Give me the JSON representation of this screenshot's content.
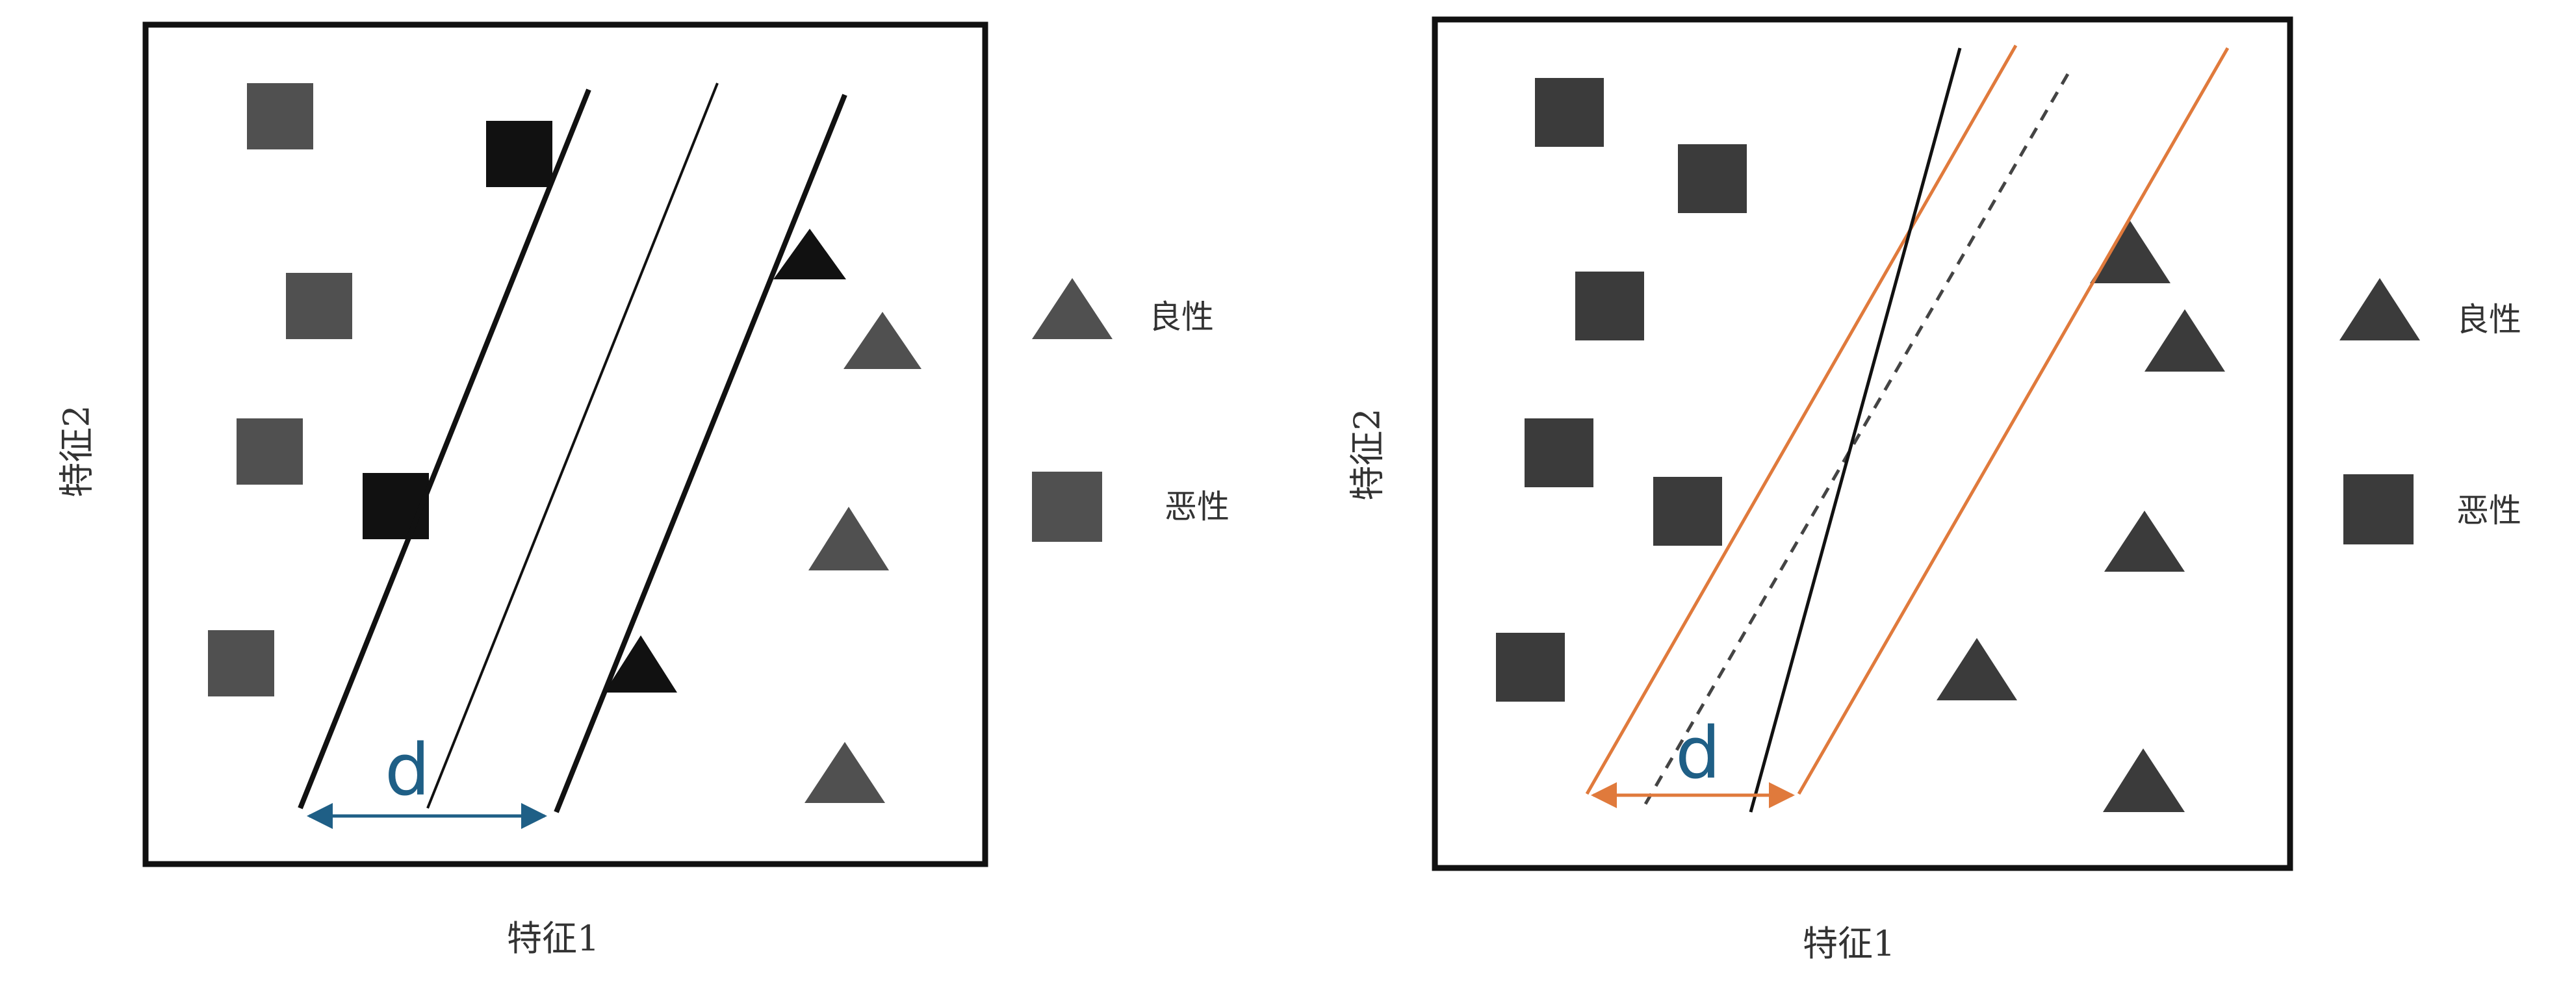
{
  "left_panel": {
    "x_axis_label": "特征1",
    "y_axis_label": "特征2",
    "margin_label": "d",
    "legend": [
      {
        "icon": "triangle-icon",
        "label": "良性"
      },
      {
        "icon": "square-icon",
        "label": "恶性"
      }
    ]
  },
  "right_panel": {
    "x_axis_label": "特征1",
    "y_axis_label": "特征2",
    "margin_label": "d",
    "legend": [
      {
        "icon": "triangle-icon",
        "label": "良性"
      },
      {
        "icon": "square-icon",
        "label": "恶性"
      }
    ]
  },
  "colors": {
    "marker_gray": "#505050",
    "marker_dark": "#111111",
    "marker_right": "#3b3b3b",
    "arrow_blue": "#1f5f86",
    "margin_orange": "#e07a3c"
  }
}
